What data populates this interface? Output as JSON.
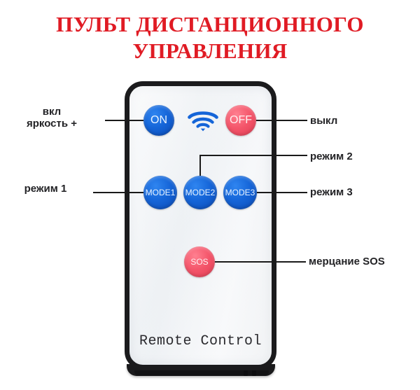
{
  "title": {
    "line1": "ПУЛЬТ ДИСТАНЦИОННОГО",
    "line2": "УПРАВЛЕНИЯ",
    "color": "#e01b24"
  },
  "remote": {
    "brand_text": "Remote Control",
    "body_color": "#eef1f4",
    "bezel_color": "#1b1b1d",
    "buttons": [
      {
        "id": "on",
        "label": "ON",
        "color": "#1565d8",
        "kind": "blue"
      },
      {
        "id": "off",
        "label": "OFF",
        "color": "#f4556a",
        "kind": "red"
      },
      {
        "id": "mode1",
        "label": "MODE1",
        "color": "#1565d8",
        "kind": "blue"
      },
      {
        "id": "mode2",
        "label": "MODE2",
        "color": "#1565d8",
        "kind": "blue"
      },
      {
        "id": "mode3",
        "label": "MODE3",
        "color": "#1565d8",
        "kind": "blue"
      },
      {
        "id": "sos",
        "label": "SOS",
        "color": "#f4556a",
        "kind": "red"
      }
    ],
    "indicator": {
      "icon": "wifi-icon",
      "color": "#1565d8"
    }
  },
  "callouts": {
    "on": {
      "line1": "вкл",
      "line2": "яркость +",
      "side": "left"
    },
    "off": {
      "text": "выкл",
      "side": "right"
    },
    "mode1": {
      "text": "режим 1",
      "side": "left"
    },
    "mode2": {
      "text": "режим 2",
      "side": "right"
    },
    "mode3": {
      "text": "режим 3",
      "side": "right"
    },
    "sos": {
      "text": "мерцание SOS",
      "side": "right"
    }
  }
}
